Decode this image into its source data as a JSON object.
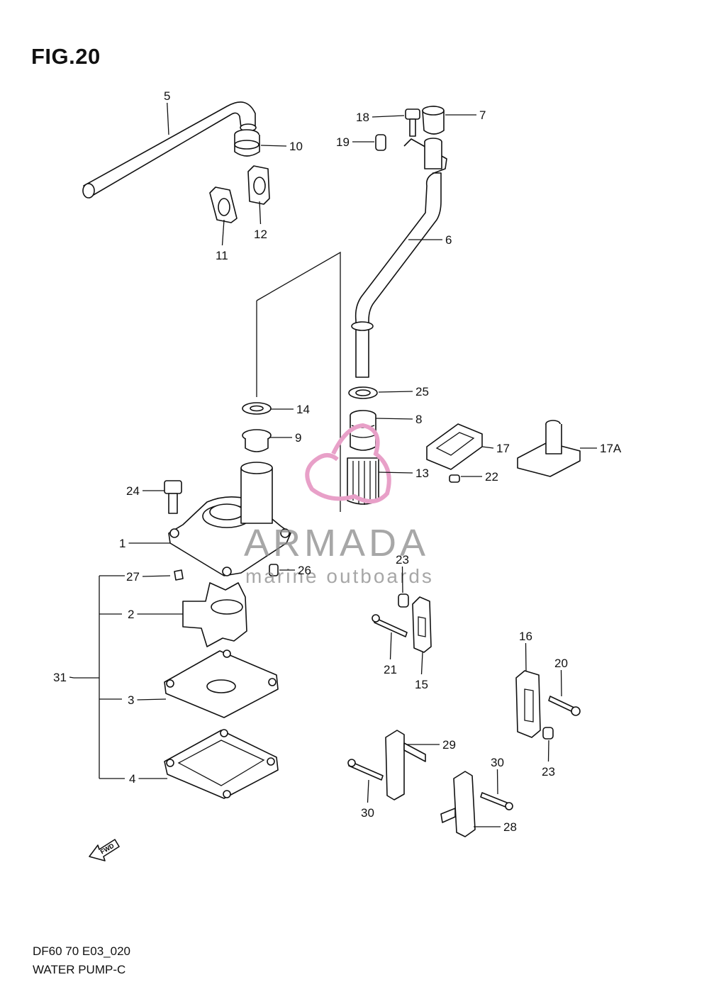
{
  "figure": {
    "title": "FIG.20",
    "model_code": "DF60 70 E03_020",
    "section_name": "WATER PUMP-C"
  },
  "watermark": {
    "brand": "ARMADA",
    "tagline": "marine outboards",
    "accent_color": "#e8a0c8",
    "text_color": "#8a8a8a"
  },
  "direction_marker": {
    "label": "FWD"
  },
  "callouts": [
    {
      "num": "1"
    },
    {
      "num": "2"
    },
    {
      "num": "3"
    },
    {
      "num": "4"
    },
    {
      "num": "5"
    },
    {
      "num": "6"
    },
    {
      "num": "7"
    },
    {
      "num": "8"
    },
    {
      "num": "9"
    },
    {
      "num": "10"
    },
    {
      "num": "11"
    },
    {
      "num": "12"
    },
    {
      "num": "13"
    },
    {
      "num": "14"
    },
    {
      "num": "15"
    },
    {
      "num": "16"
    },
    {
      "num": "17"
    },
    {
      "num": "17A"
    },
    {
      "num": "18"
    },
    {
      "num": "19"
    },
    {
      "num": "20"
    },
    {
      "num": "21"
    },
    {
      "num": "22"
    },
    {
      "num": "23"
    },
    {
      "num": "23"
    },
    {
      "num": "24"
    },
    {
      "num": "25"
    },
    {
      "num": "26"
    },
    {
      "num": "27"
    },
    {
      "num": "28"
    },
    {
      "num": "29"
    },
    {
      "num": "30"
    },
    {
      "num": "30"
    },
    {
      "num": "31"
    }
  ]
}
